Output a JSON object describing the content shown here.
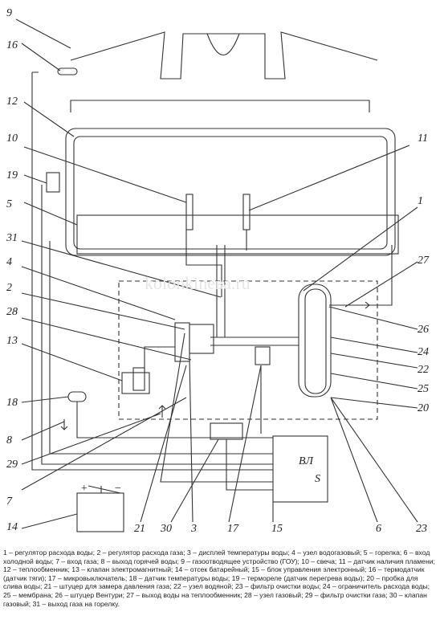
{
  "diagram": {
    "watermark": "kolonkinева.ru",
    "callouts": [
      {
        "id": "9",
        "label": "9"
      },
      {
        "id": "16",
        "label": "16"
      },
      {
        "id": "12",
        "label": "12"
      },
      {
        "id": "10",
        "label": "10"
      },
      {
        "id": "11",
        "label": "11"
      },
      {
        "id": "19",
        "label": "19"
      },
      {
        "id": "5",
        "label": "5"
      },
      {
        "id": "1",
        "label": "1"
      },
      {
        "id": "31",
        "label": "31"
      },
      {
        "id": "27",
        "label": "27"
      },
      {
        "id": "4",
        "label": "4"
      },
      {
        "id": "2",
        "label": "2"
      },
      {
        "id": "26",
        "label": "26"
      },
      {
        "id": "28",
        "label": "28"
      },
      {
        "id": "24",
        "label": "24"
      },
      {
        "id": "13",
        "label": "13"
      },
      {
        "id": "22",
        "label": "22"
      },
      {
        "id": "25",
        "label": "25"
      },
      {
        "id": "18",
        "label": "18"
      },
      {
        "id": "20",
        "label": "20"
      },
      {
        "id": "8",
        "label": "8"
      },
      {
        "id": "29",
        "label": "29"
      },
      {
        "id": "7",
        "label": "7"
      },
      {
        "id": "14",
        "label": "14"
      },
      {
        "id": "21",
        "label": "21"
      },
      {
        "id": "30",
        "label": "30"
      },
      {
        "id": "3",
        "label": "3"
      },
      {
        "id": "17",
        "label": "17"
      },
      {
        "id": "15",
        "label": "15"
      },
      {
        "id": "6",
        "label": "6"
      },
      {
        "id": "23",
        "label": "23"
      }
    ],
    "control_unit_text": "ВЛ",
    "control_unit_s": "S",
    "battery_plus": "+",
    "battery_minus": "−"
  },
  "legend": "1 – регулятор расхода воды; 2 – регулятор расхода газа; 3 – дисплей температуры воды; 4 – узел водогазовый; 5 – горелка; 6 – вход холодной воды; 7 – вход газа; 8 – выход горячей воды; 9 – газоотводящее устройство (ГОУ); 10 – свеча; 11 – датчик наличия пламени; 12 – теплообменник; 13 – клапан электромагнитный; 14 – отсек батарейный; 15 – блок управления электронный; 16 – термодатчик (датчик тяги); 17 – микровыключатель; 18 – датчик температуры воды; 19 – термореле (датчик перегрева воды); 20 – пробка для слива воды; 21 – штуцер для замера давления газа; 22 – узел водяной; 23 – фильтр очистки воды; 24 – ограничитель расхода воды; 25 – мембрана; 26 – штуцер Вентури; 27 – выход воды на теплообменник; 28 – узел газовый; 29 – фильтр очистки газа; 30 – клапан газовый; 31 – выход газа на горелку."
}
